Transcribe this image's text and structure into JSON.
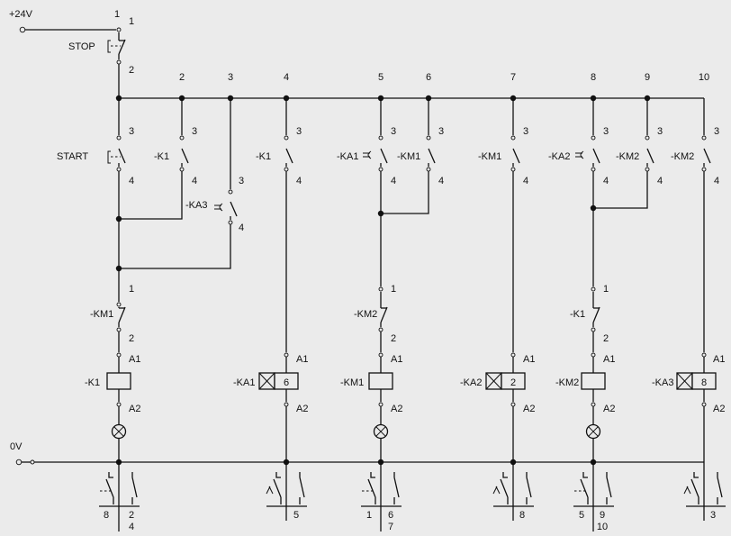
{
  "supply": {
    "positive": "+24V",
    "negative": "0V"
  },
  "bus_numbers": [
    "1",
    "2",
    "3",
    "4",
    "5",
    "6",
    "7",
    "8",
    "9",
    "10"
  ],
  "pin_labels": {
    "p1": "1",
    "p2": "2",
    "p3": "3",
    "p4": "4",
    "a1": "A1",
    "a2": "A2"
  },
  "devices": {
    "stop": "STOP",
    "start": "START",
    "k1": "-K1",
    "ka1": "-KA1",
    "ka2": "-KA2",
    "ka3": "-KA3",
    "km1": "-KM1",
    "km2": "-KM2"
  },
  "coil_refs": {
    "ka1": "6",
    "ka2": "2",
    "ka3": "8"
  },
  "contact_refs": {
    "col1": [
      "8",
      "2",
      "4"
    ],
    "col4": [
      "5"
    ],
    "col5": [
      "1",
      "6",
      "7"
    ],
    "col7": [
      "8"
    ],
    "col8": [
      "5",
      "9",
      "10"
    ],
    "col10": [
      "3"
    ]
  }
}
